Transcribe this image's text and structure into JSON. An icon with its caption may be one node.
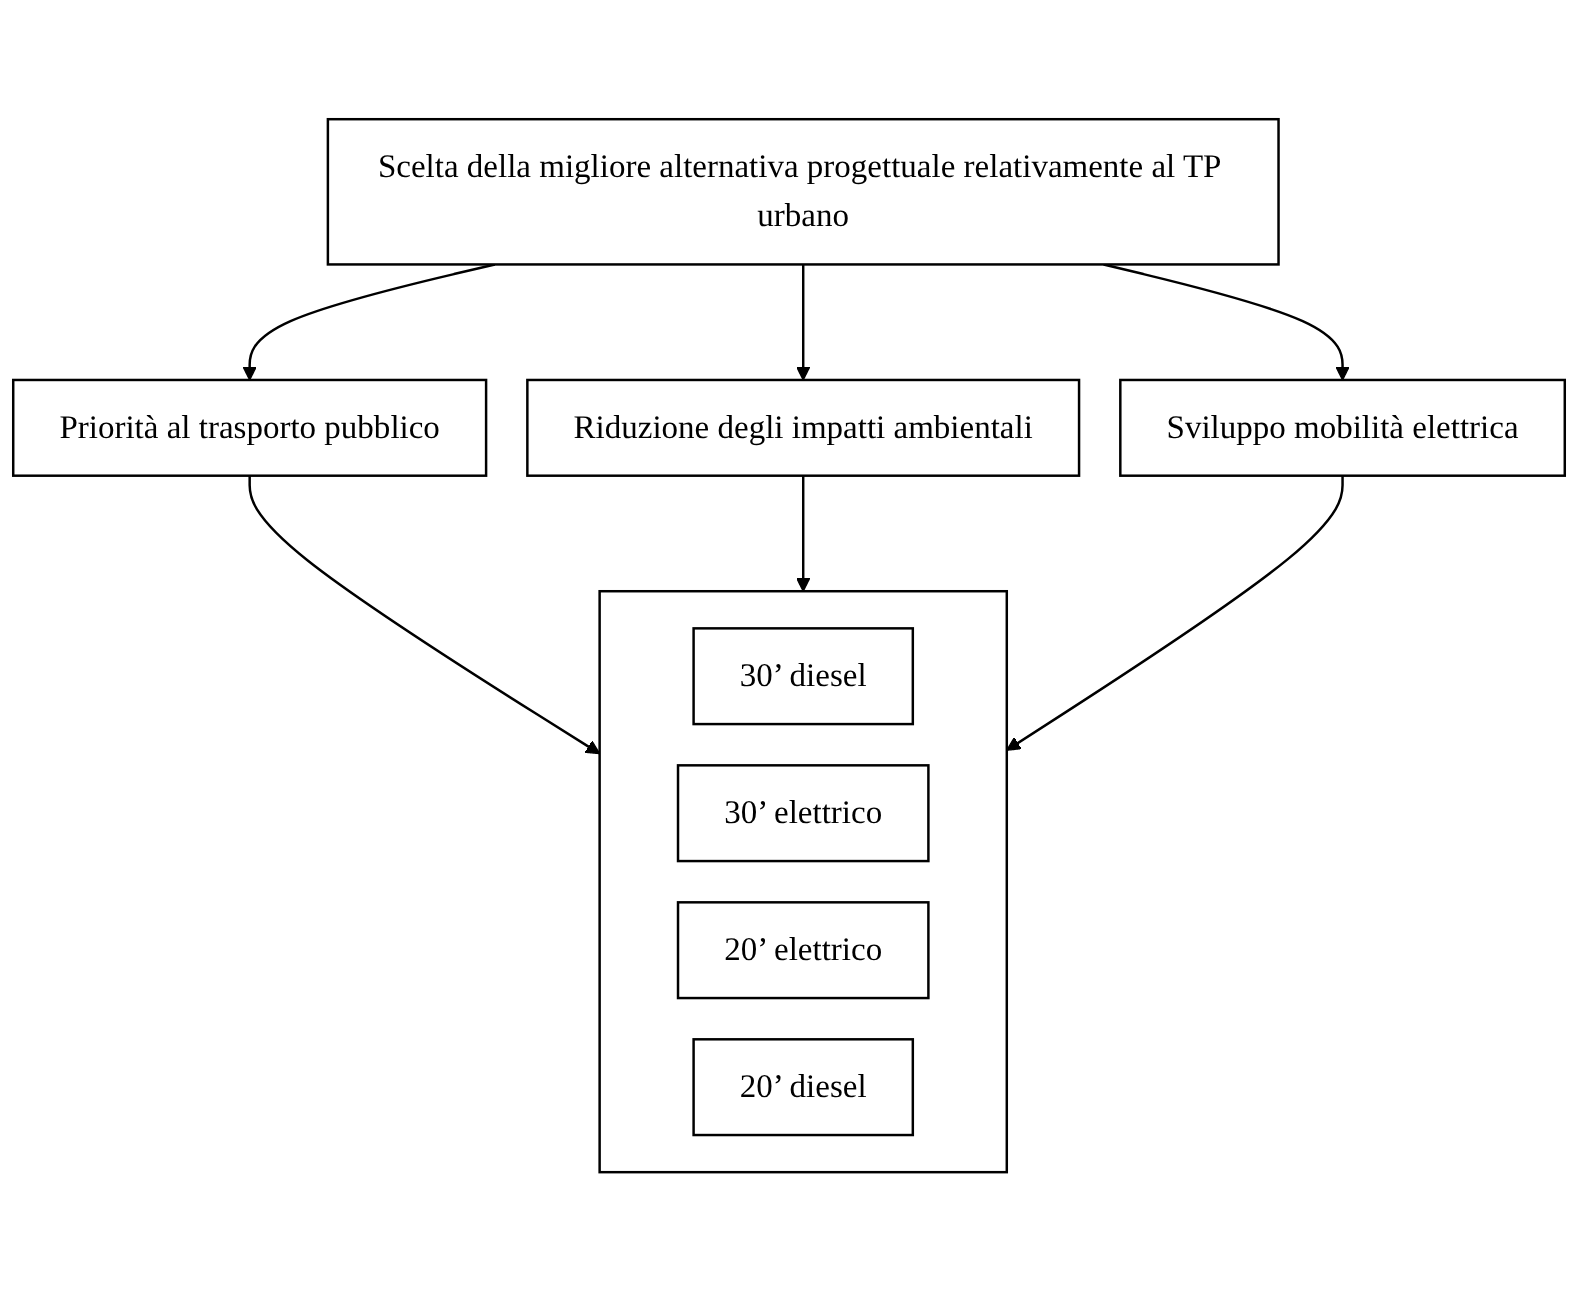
{
  "diagram": {
    "nodes": [
      {
        "text": [
          "Scelta della migliore alternativa progettuale relativamente al TP urbano"
        ]
      },
      {
        "text": [
          "Priorità al trasporto pubblico"
        ]
      },
      {
        "text": [
          "Riduzione degli impatti ambientali"
        ]
      },
      {
        "text": [
          "Sviluppo mobilità elettrica"
        ]
      },
      {
        "text": [],
        "shape": "box"
      },
      {
        "text": [
          "30’ diesel"
        ],
        "in": 4
      },
      {
        "text": [
          "30’ elettrico"
        ],
        "in": 4
      },
      {
        "text": [
          "20’ elettrico"
        ],
        "in": 4
      },
      {
        "text": [
          "20’ diesel"
        ],
        "in": 4
      }
    ],
    "edges": [
      {
        "from": 0,
        "to": 1,
        "arrow": "to"
      },
      {
        "from": 0,
        "to": 2,
        "arrow": "to"
      },
      {
        "from": 0,
        "to": 3,
        "arrow": "to"
      },
      {
        "from": 1,
        "to": 4,
        "arrow": "to"
      },
      {
        "from": 2,
        "to": 4,
        "arrow": "to"
      },
      {
        "from": 3,
        "to": 4,
        "arrow": "to"
      }
    ]
  }
}
